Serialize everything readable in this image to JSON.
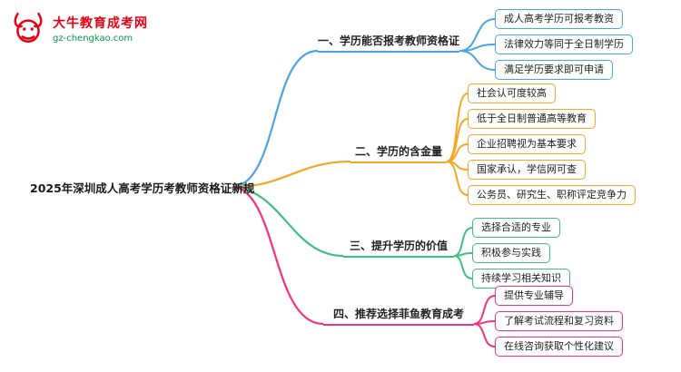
{
  "logo": {
    "site_name": "大牛教育成考网",
    "site_url": "gz-chengkao.com"
  },
  "root": {
    "label": "2025年深圳成人高考学历考教师资格证新规"
  },
  "colors": {
    "branch1": "#4BA3E3",
    "branch2": "#F5A623",
    "branch3": "#3FBF7F",
    "branch4": "#F5317F",
    "logo_red": "#E60012",
    "logo_green": "#009944"
  },
  "branches": [
    {
      "label": "一、学历能否报考教师资格证",
      "color": "#4BA3E3",
      "children": [
        "成人高考学历可报考教资",
        "法律效力等同于全日制学历",
        "满足学历要求即可申请"
      ]
    },
    {
      "label": "二、学历的含金量",
      "color": "#F5A623",
      "children": [
        "社会认可度较高",
        "低于全日制普通高等教育",
        "企业招聘视为基本要求",
        "国家承认，学信网可查",
        "公务员、研究生、职称评定竞争力"
      ]
    },
    {
      "label": "三、提升学历的价值",
      "color": "#3FBF7F",
      "children": [
        "选择合适的专业",
        "积极参与实践",
        "持续学习相关知识"
      ]
    },
    {
      "label": "四、推荐选择菲鱼教育成考",
      "color": "#F5317F",
      "children": [
        "提供专业辅导",
        "了解考试流程和复习资料",
        "在线咨询获取个性化建议"
      ]
    }
  ]
}
